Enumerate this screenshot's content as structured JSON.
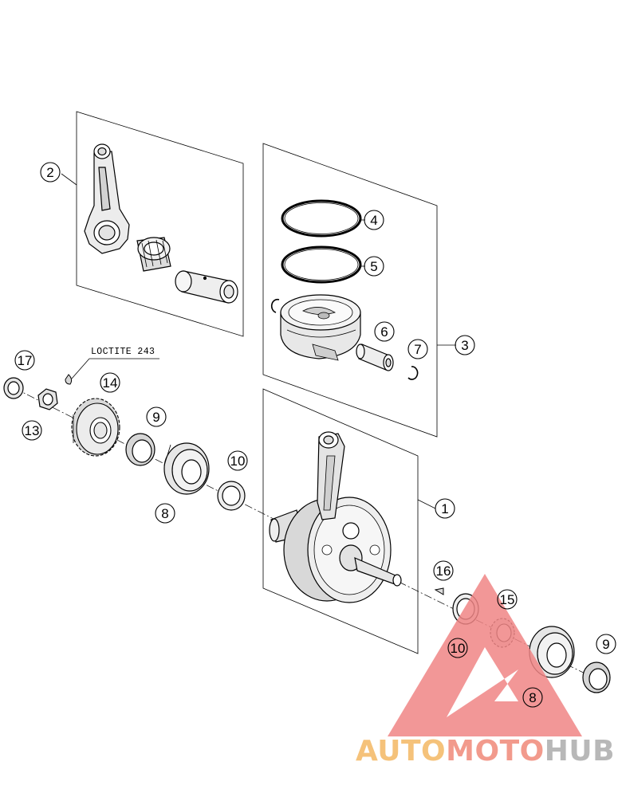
{
  "diagram": {
    "callouts": [
      {
        "key": "c1",
        "label": "1"
      },
      {
        "key": "c2",
        "label": "2"
      },
      {
        "key": "c3",
        "label": "3"
      },
      {
        "key": "c4",
        "label": "4"
      },
      {
        "key": "c5",
        "label": "5"
      },
      {
        "key": "c6",
        "label": "6"
      },
      {
        "key": "c7",
        "label": "7"
      },
      {
        "key": "c8a",
        "label": "8"
      },
      {
        "key": "c8b",
        "label": "8"
      },
      {
        "key": "c9a",
        "label": "9"
      },
      {
        "key": "c9b",
        "label": "9"
      },
      {
        "key": "c10a",
        "label": "10"
      },
      {
        "key": "c10b",
        "label": "10"
      },
      {
        "key": "c13",
        "label": "13"
      },
      {
        "key": "c14",
        "label": "14"
      },
      {
        "key": "c15",
        "label": "15"
      },
      {
        "key": "c16",
        "label": "16"
      },
      {
        "key": "c17",
        "label": "17"
      }
    ],
    "note": "LOCTITE 243"
  },
  "watermark": {
    "part1": "AUTO",
    "part2": "MOTO",
    "part3": "HUB",
    "colors": {
      "part1": "#f5c27a",
      "part2": "#f29a8c",
      "part3": "#b8b8b8",
      "logo": "#f08585"
    }
  }
}
